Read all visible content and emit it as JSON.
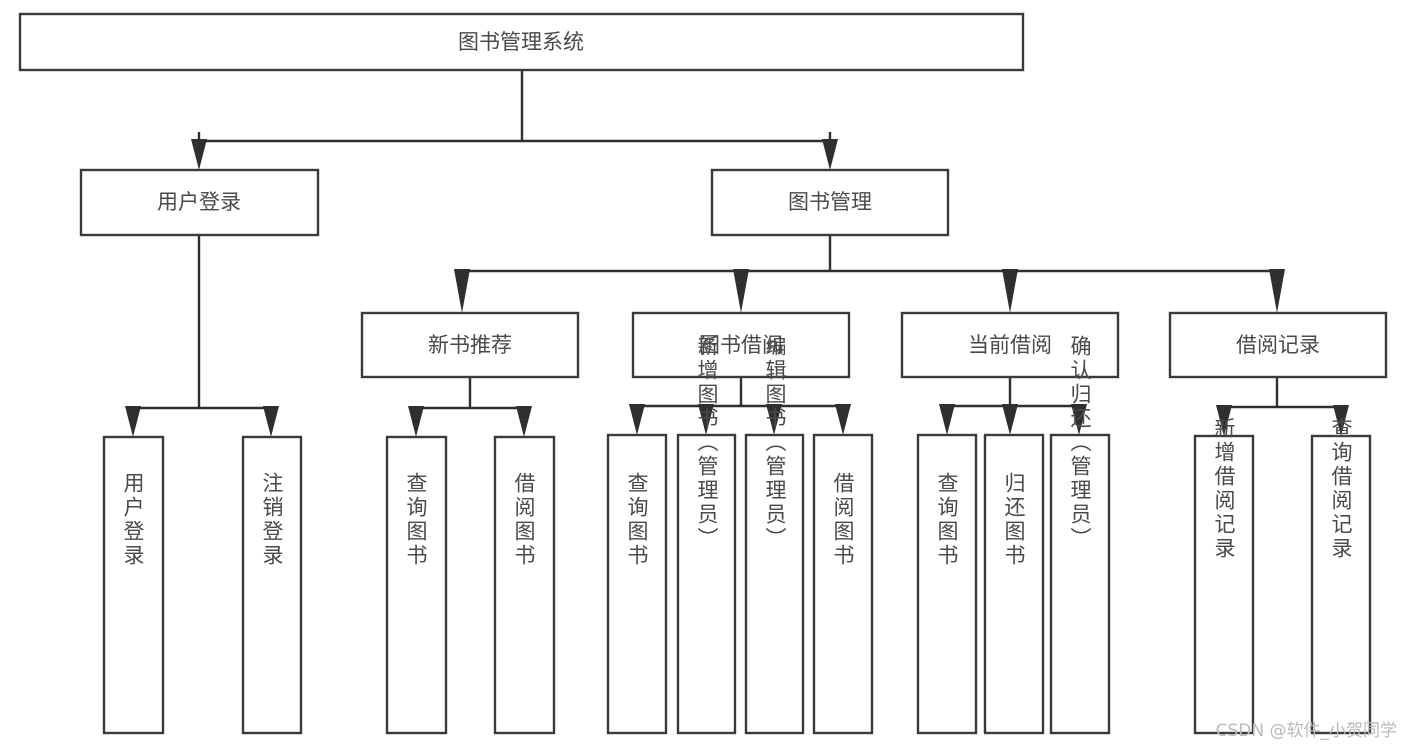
{
  "diagram": {
    "title": "图书管理系统",
    "type": "tree-hierarchy-diagram",
    "theme": {
      "background": "#ffffff",
      "box_fill": "#ffffff",
      "box_stroke": "#3a3a3c",
      "connector_stroke": "#2f2f31",
      "label_color": "#4a4a4c",
      "watermark_color": "#b9b9bb"
    },
    "root": {
      "id": "root",
      "label": "图书管理系统"
    },
    "level2": [
      {
        "id": "user-login",
        "label": "用户登录"
      },
      {
        "id": "book-management",
        "label": "图书管理"
      }
    ],
    "level3": [
      {
        "id": "new-book-recommend",
        "label": "新书推荐",
        "parent": "book-management"
      },
      {
        "id": "book-borrow",
        "label": "图书借阅",
        "parent": "book-management"
      },
      {
        "id": "current-borrow",
        "label": "当前借阅",
        "parent": "book-management"
      },
      {
        "id": "borrow-record",
        "label": "借阅记录",
        "parent": "book-management"
      }
    ],
    "leaves": {
      "user-login": [
        {
          "id": "leaf-user-login",
          "label": "用户登录"
        },
        {
          "id": "leaf-user-logout",
          "label": "注销登录"
        }
      ],
      "new-book-recommend": [
        {
          "id": "leaf-query-book-1",
          "label": "查询图书"
        },
        {
          "id": "leaf-borrow-book-1",
          "label": "借阅图书"
        }
      ],
      "book-borrow": [
        {
          "id": "leaf-query-book-2",
          "label": "查询图书"
        },
        {
          "id": "leaf-add-book",
          "label": "新增图书（管理员）"
        },
        {
          "id": "leaf-edit-book",
          "label": "编辑图书（管理员）"
        },
        {
          "id": "leaf-borrow-book-2",
          "label": "借阅图书"
        }
      ],
      "current-borrow": [
        {
          "id": "leaf-query-book-3",
          "label": "查询图书"
        },
        {
          "id": "leaf-return-book",
          "label": "归还图书"
        },
        {
          "id": "leaf-confirm-return",
          "label": "确认归还（管理员）"
        }
      ],
      "borrow-record": [
        {
          "id": "leaf-add-record",
          "label": "新增借阅记录"
        },
        {
          "id": "leaf-query-record",
          "label": "查询借阅记录"
        }
      ]
    }
  },
  "watermark": {
    "text": "CSDN @软件_小贺同学"
  }
}
